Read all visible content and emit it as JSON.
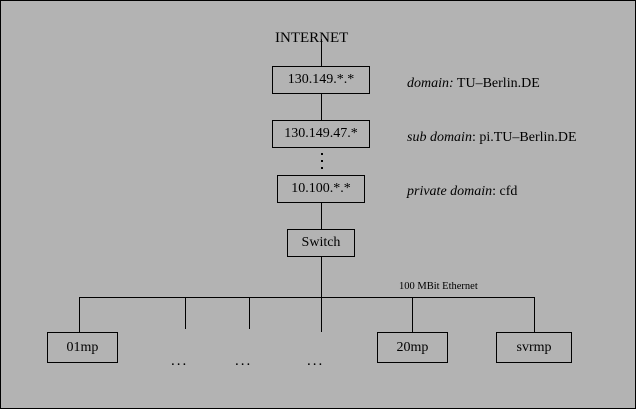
{
  "figure": {
    "background_color": "#b3b3b3",
    "line_color": "#000000",
    "title_label": "INTERNET"
  },
  "nodes": {
    "domain_box": "130.149.*.*",
    "subdomain_box": "130.149.47.*",
    "private_box": "10.100.*.*",
    "switch_box": "Switch",
    "host_first": "01mp",
    "host_last": "20mp",
    "host_server": "svrmp"
  },
  "annotations": {
    "domain": {
      "key": "domain:",
      "value": "TU–Berlin.DE"
    },
    "subdomain": {
      "key": "sub domain",
      "separator": ":",
      "value": "pi.TU–Berlin.DE"
    },
    "private": {
      "key": "private domain",
      "separator": ":",
      "value": "cfd"
    },
    "bus_label": "100 MBit Ethernet",
    "vertical_dots": "⋮",
    "ellipsis": "..."
  }
}
